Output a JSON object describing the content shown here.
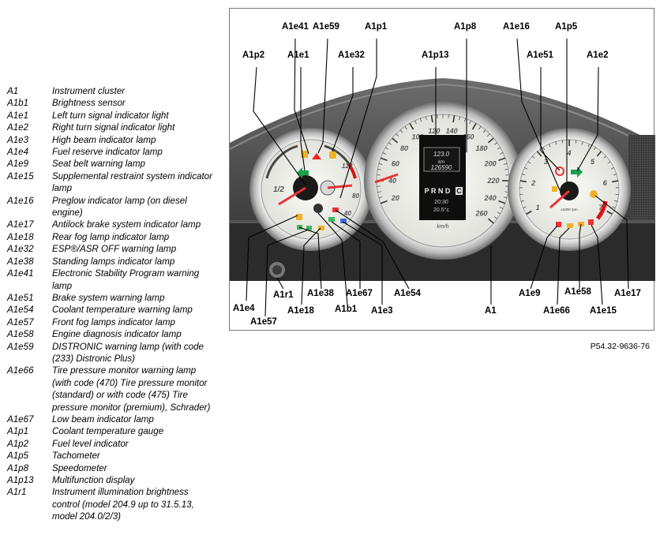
{
  "legend": [
    {
      "code": "A1",
      "desc": "Instrument cluster"
    },
    {
      "code": "A1b1",
      "desc": "Brightness sensor"
    },
    {
      "code": "A1e1",
      "desc": "Left turn signal indicator light"
    },
    {
      "code": "A1e2",
      "desc": "Right turn signal indicator light"
    },
    {
      "code": "A1e3",
      "desc": "High beam indicator lamp"
    },
    {
      "code": "A1e4",
      "desc": "Fuel reserve indicator lamp"
    },
    {
      "code": "A1e9",
      "desc": "Seat belt warning lamp"
    },
    {
      "code": "A1e15",
      "desc": "Supplemental restraint system indicator lamp"
    },
    {
      "code": "A1e16",
      "desc": "Preglow indicator lamp (on diesel engine)"
    },
    {
      "code": "A1e17",
      "desc": "Antilock brake system indicator lamp"
    },
    {
      "code": "A1e18",
      "desc": "Rear fog lamp indicator lamp"
    },
    {
      "code": "A1e32",
      "desc": "ESP®/ASR OFF warning lamp"
    },
    {
      "code": "A1e38",
      "desc": "Standing lamps indicator lamp"
    },
    {
      "code": "A1e41",
      "desc": "Electronic Stability Program warning lamp"
    },
    {
      "code": "A1e51",
      "desc": "Brake system warning lamp"
    },
    {
      "code": "A1e54",
      "desc": "Coolant temperature warning lamp"
    },
    {
      "code": "A1e57",
      "desc": "Front fog lamps indicator lamp"
    },
    {
      "code": "A1e58",
      "desc": "Engine diagnosis indicator lamp"
    },
    {
      "code": "A1e59",
      "desc": "DISTRONIC warning lamp (with code (233) Distronic Plus)"
    },
    {
      "code": "A1e66",
      "desc": "Tire pressure monitor warning lamp (with code (470) Tire pressure monitor (standard) or with code (475) Tire pressure monitor (premium), Schrader)"
    },
    {
      "code": "A1e67",
      "desc": "Low beam indicator lamp"
    },
    {
      "code": "A1p1",
      "desc": "Coolant temperature gauge"
    },
    {
      "code": "A1p2",
      "desc": "Fuel level indicator"
    },
    {
      "code": "A1p5",
      "desc": "Tachometer"
    },
    {
      "code": "A1p8",
      "desc": "Speedometer"
    },
    {
      "code": "A1p13",
      "desc": "Multifunction display"
    },
    {
      "code": "A1r1",
      "desc": "Instrument illumination brightness control (model 204.9 up to 31.5.13, model 204.0/2/3)"
    }
  ],
  "callouts": {
    "a1e41": "A1e41",
    "a1e59": "A1e59",
    "a1p1": "A1p1",
    "a1p8": "A1p8",
    "a1e16": "A1e16",
    "a1p5": "A1p5",
    "a1p2": "A1p2",
    "a1e1": "A1e1",
    "a1e32": "A1e32",
    "a1p13": "A1p13",
    "a1e51": "A1e51",
    "a1e2": "A1e2",
    "a1r1": "A1r1",
    "a1e38": "A1e38",
    "a1e67": "A1e67",
    "a1e54": "A1e54",
    "a1e9": "A1e9",
    "a1e58": "A1e58",
    "a1e17": "A1e17",
    "a1e4": "A1e4",
    "a1e18": "A1e18",
    "a1b1": "A1b1",
    "a1e3": "A1e3",
    "a1": "A1",
    "a1e66": "A1e66",
    "a1e15": "A1e15",
    "a1e57": "A1e57"
  },
  "display": {
    "trip": "123.0",
    "unit": "km",
    "odometer": "126590",
    "gear": "P R N D",
    "gear_selected": "C",
    "time": "20:30",
    "temp": "20.5°c",
    "speed_unit": "km/h"
  },
  "speedo_marks": [
    "20",
    "40",
    "60",
    "80",
    "100",
    "120",
    "140",
    "160",
    "180",
    "200",
    "220",
    "240",
    "260"
  ],
  "tacho_marks": [
    "1",
    "2",
    "3",
    "4",
    "5",
    "6",
    "7"
  ],
  "tacho_unit": "x1000 rpm",
  "fuel_marks": [
    "1/2"
  ],
  "coolant_marks": [
    "40",
    "80",
    "120"
  ],
  "figure_code": "P54.32-9636-76"
}
